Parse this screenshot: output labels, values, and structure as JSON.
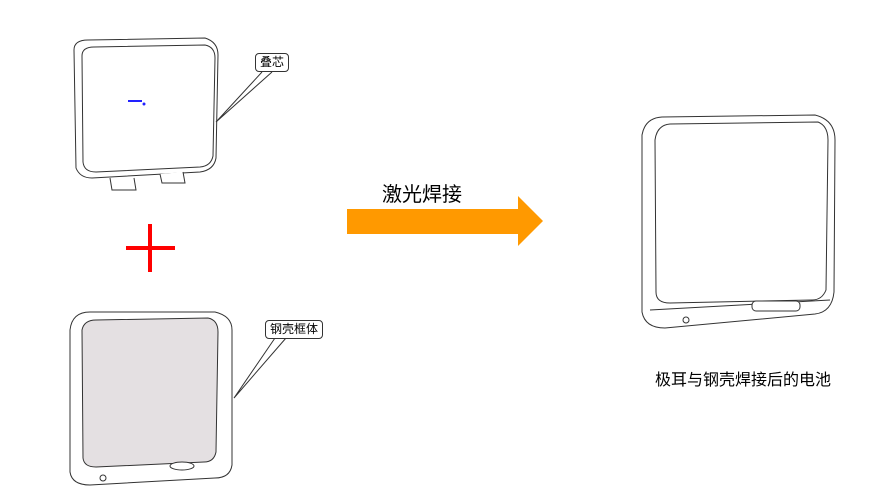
{
  "labels": {
    "stack_core": "叠芯",
    "steel_shell_frame": "钢壳框体",
    "process": "激光焊接",
    "result": "极耳与钢壳焊接后的电池"
  },
  "colors": {
    "arrow": "#ff9900",
    "plus": "#ff0000",
    "shell_fill": "#e4e0e2"
  }
}
